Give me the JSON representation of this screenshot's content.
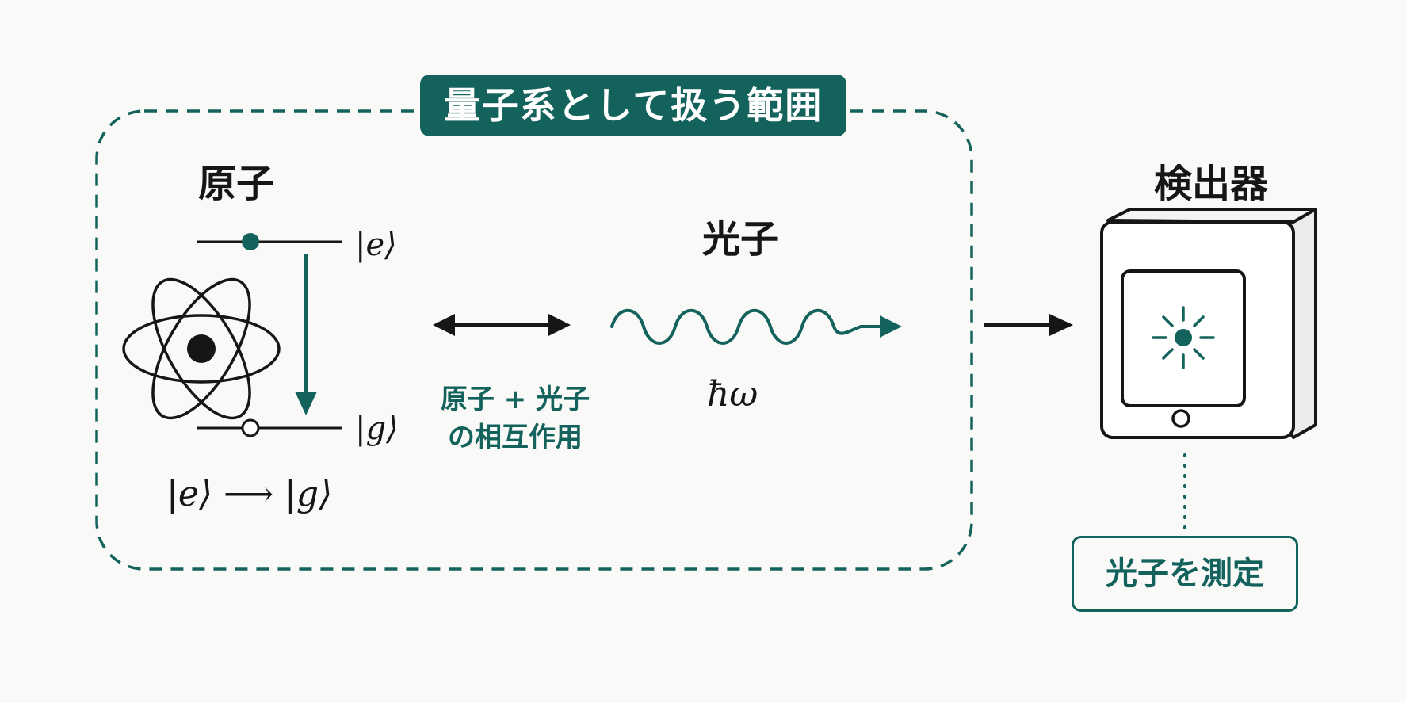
{
  "scope_title": "量子系として扱う範囲",
  "atom": {
    "title": "原子",
    "excited_state": "|e⟩",
    "ground_state": "|g⟩",
    "transition": "|e⟩ ⟶ |g⟩"
  },
  "interaction": {
    "line1": "原子 + 光子",
    "line2": "の相互作用"
  },
  "photon": {
    "title": "光子",
    "energy": "ħω"
  },
  "detector": {
    "title": "検出器",
    "measure_label": "光子を測定"
  },
  "colors": {
    "accent": "#14625c",
    "ink": "#161616",
    "background": "#f9f9f8"
  }
}
